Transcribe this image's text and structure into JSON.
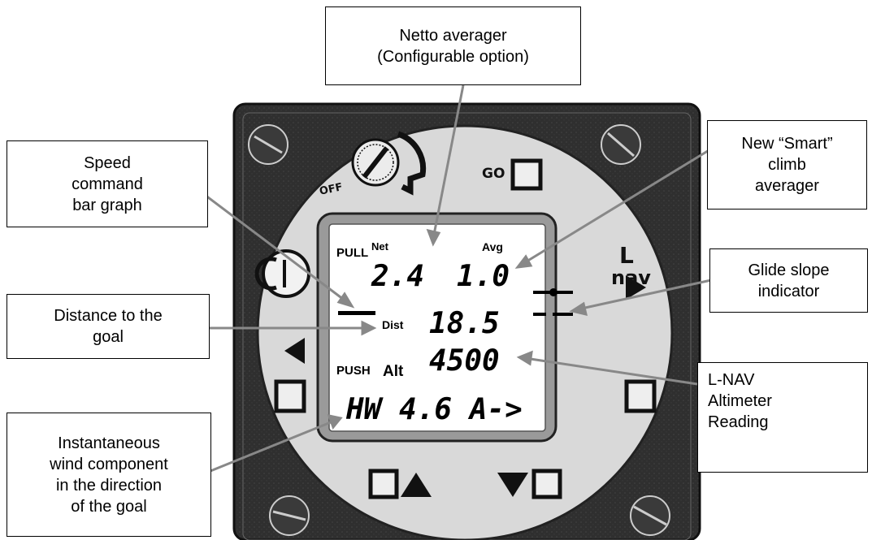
{
  "callouts": {
    "netto": "Netto averager\n(Configurable option)",
    "smart_climb": "New “Smart”\nclimb\naverager",
    "speed_command": "Speed\ncommand\nbar graph",
    "glide_slope": "Glide slope\nindicator",
    "distance": "Distance to the\ngoal",
    "altimeter": "L-NAV\nAltimeter\nReading",
    "wind": "Instantaneous\nwind component\nin the direction\nof the goal"
  },
  "panel": {
    "off_label": "OFF",
    "go_label": "GO",
    "brand_l": "L",
    "brand_nav": "nav"
  },
  "lcd": {
    "pull_label": "PULL",
    "net_label": "Net",
    "avg_label": "Avg",
    "net_value": "2.4",
    "avg_value": "1.0",
    "dist_label": "Dist",
    "dist_value": "18.5",
    "push_label": "PUSH",
    "alt_label": "Alt",
    "alt_value": "4500",
    "bottom_line": "HW 4.6 A->"
  }
}
